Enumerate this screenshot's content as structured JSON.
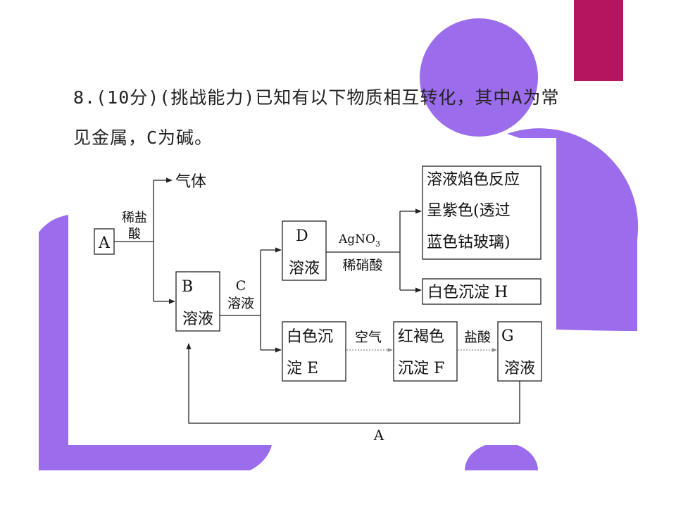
{
  "question": {
    "line1": "8.(10分)(挑战能力)已知有以下物质相互转化，其中A为常",
    "line2": "见金属，C为碱。"
  },
  "diagram": {
    "nodes": {
      "A": "A",
      "gas": "气体",
      "B": [
        "B",
        "溶液"
      ],
      "D": [
        "D",
        "溶液"
      ],
      "E": [
        "白色沉",
        "淀 E"
      ],
      "F": [
        "红褐色",
        "沉淀 F"
      ],
      "G": [
        "G",
        "溶液"
      ],
      "H": "白色沉淀 H",
      "flame": [
        "溶液焰色反应",
        "呈紫色(透过",
        "蓝色钴玻璃)"
      ]
    },
    "labels": {
      "acid": [
        "稀盐",
        "酸"
      ],
      "C": [
        "C",
        "溶液"
      ],
      "agno3": "AgNO",
      "agno3_sub": "3",
      "hno3": "稀硝酸",
      "air": "空气",
      "hcl": "盐酸",
      "loopA": "A"
    }
  },
  "colors": {
    "accent_purple": "#9B6CEB",
    "accent_magenta": "#B5155F",
    "text": "#222222"
  }
}
